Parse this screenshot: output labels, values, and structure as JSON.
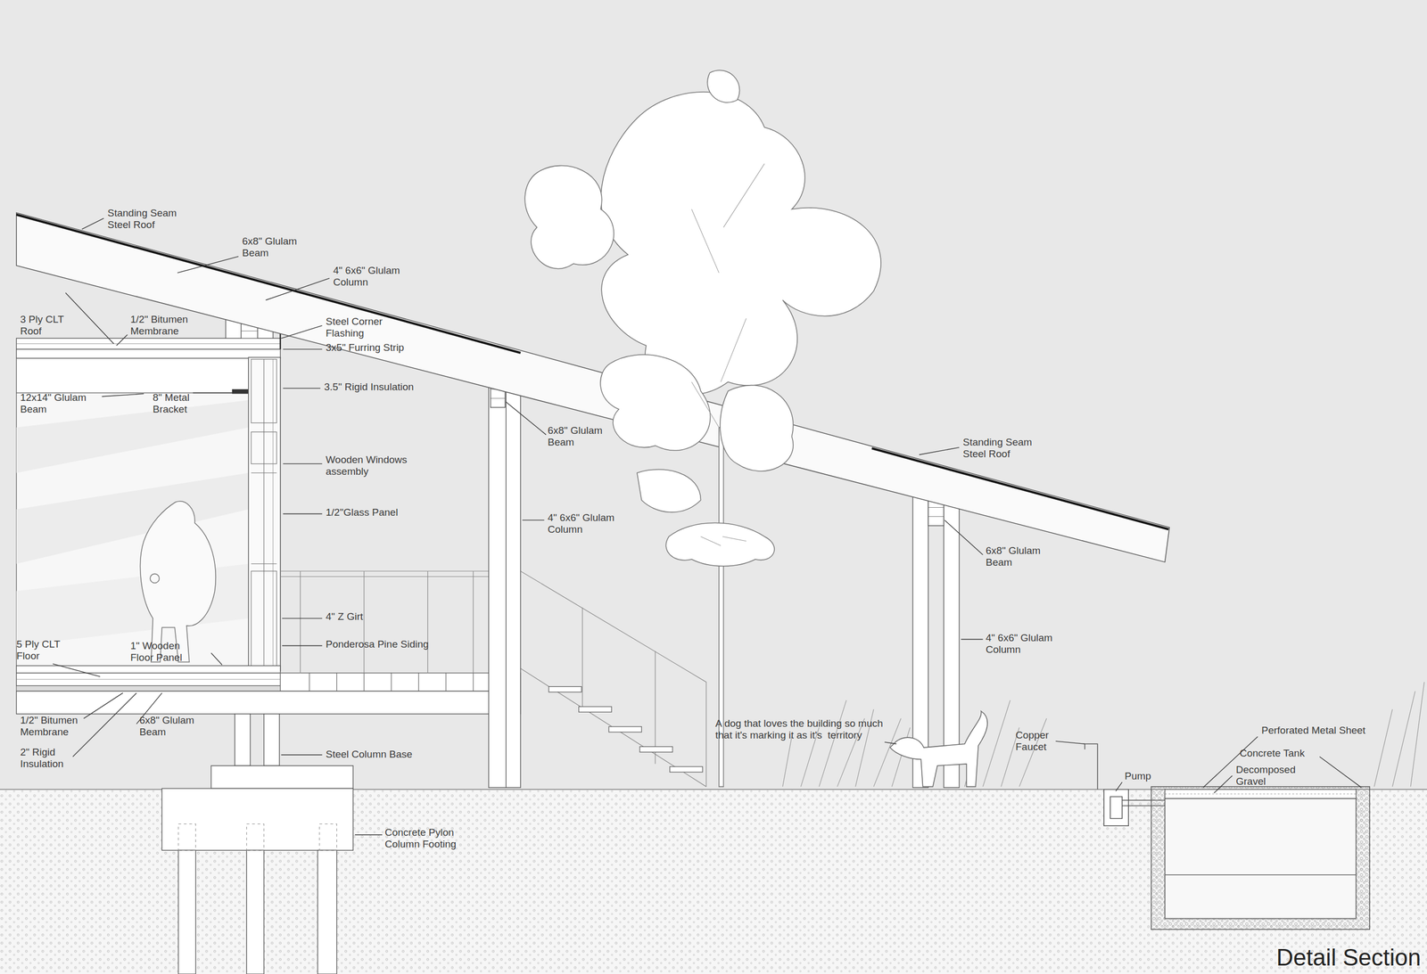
{
  "diagram": {
    "caption": "Detail Section",
    "labels": [
      "Standing Seam Steel Roof",
      "6x8\" Glulam Beam",
      "4\" 6x6\" Glulam Column",
      "3 Ply CLT Roof",
      "1/2\" Bitumen Membrane",
      "Steel Corner Flashing",
      "3x5\" Furring Strip",
      "12x14\" Glulam Beam",
      "8\" Metal Bracket",
      "3.5\" Rigid Insulation",
      "6x8\" Glulam Beam",
      "Wooden Windows assembly",
      "Standing Seam Steel Roof",
      "1/2\"Glass Panel",
      "4\" 6x6\" Glulam Column",
      "6x8\" Glulam Beam",
      "4\" Z Girt",
      "Ponderosa Pine Siding",
      "4\" 6x6\" Glulam Column",
      "5 Ply CLT Floor",
      "1\" Wooden Floor Panel",
      "1/2\" Bitumen Membrane",
      "6x8\" Glulam Beam",
      "2\" Rigid Insulation",
      "Steel Column Base",
      "A dog that loves the building so much that it's marking it as it's  territory",
      "Copper Faucet",
      "Perforated Metal Sheet",
      "Concrete Tank",
      "Decomposed Gravel",
      "Pump",
      "Concrete Pylon Column Footing"
    ]
  }
}
